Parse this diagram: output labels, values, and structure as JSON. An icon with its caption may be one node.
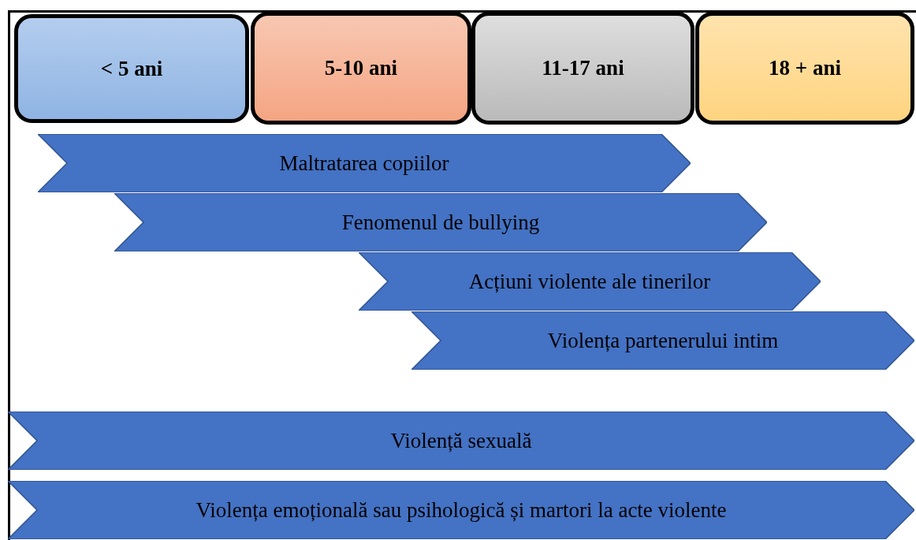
{
  "diagram": {
    "nodes": [
      {
        "text": [
          "< 5 ani"
        ]
      },
      {
        "text": [
          "5-10 ani"
        ]
      },
      {
        "text": [
          "11-17 ani"
        ]
      },
      {
        "text": [
          "18 + ani"
        ]
      },
      {
        "text": [
          "Maltratarea copiilor"
        ]
      },
      {
        "text": [
          "Fenomenul de bullying"
        ]
      },
      {
        "text": [
          "Acțiuni violente ale tinerilor"
        ]
      },
      {
        "text": [
          "Violența partenerului intim"
        ]
      },
      {
        "text": [
          "Violență sexuală"
        ]
      },
      {
        "text": [
          "Violența emoțională sau psihologică și martori la acte violente"
        ]
      }
    ]
  }
}
